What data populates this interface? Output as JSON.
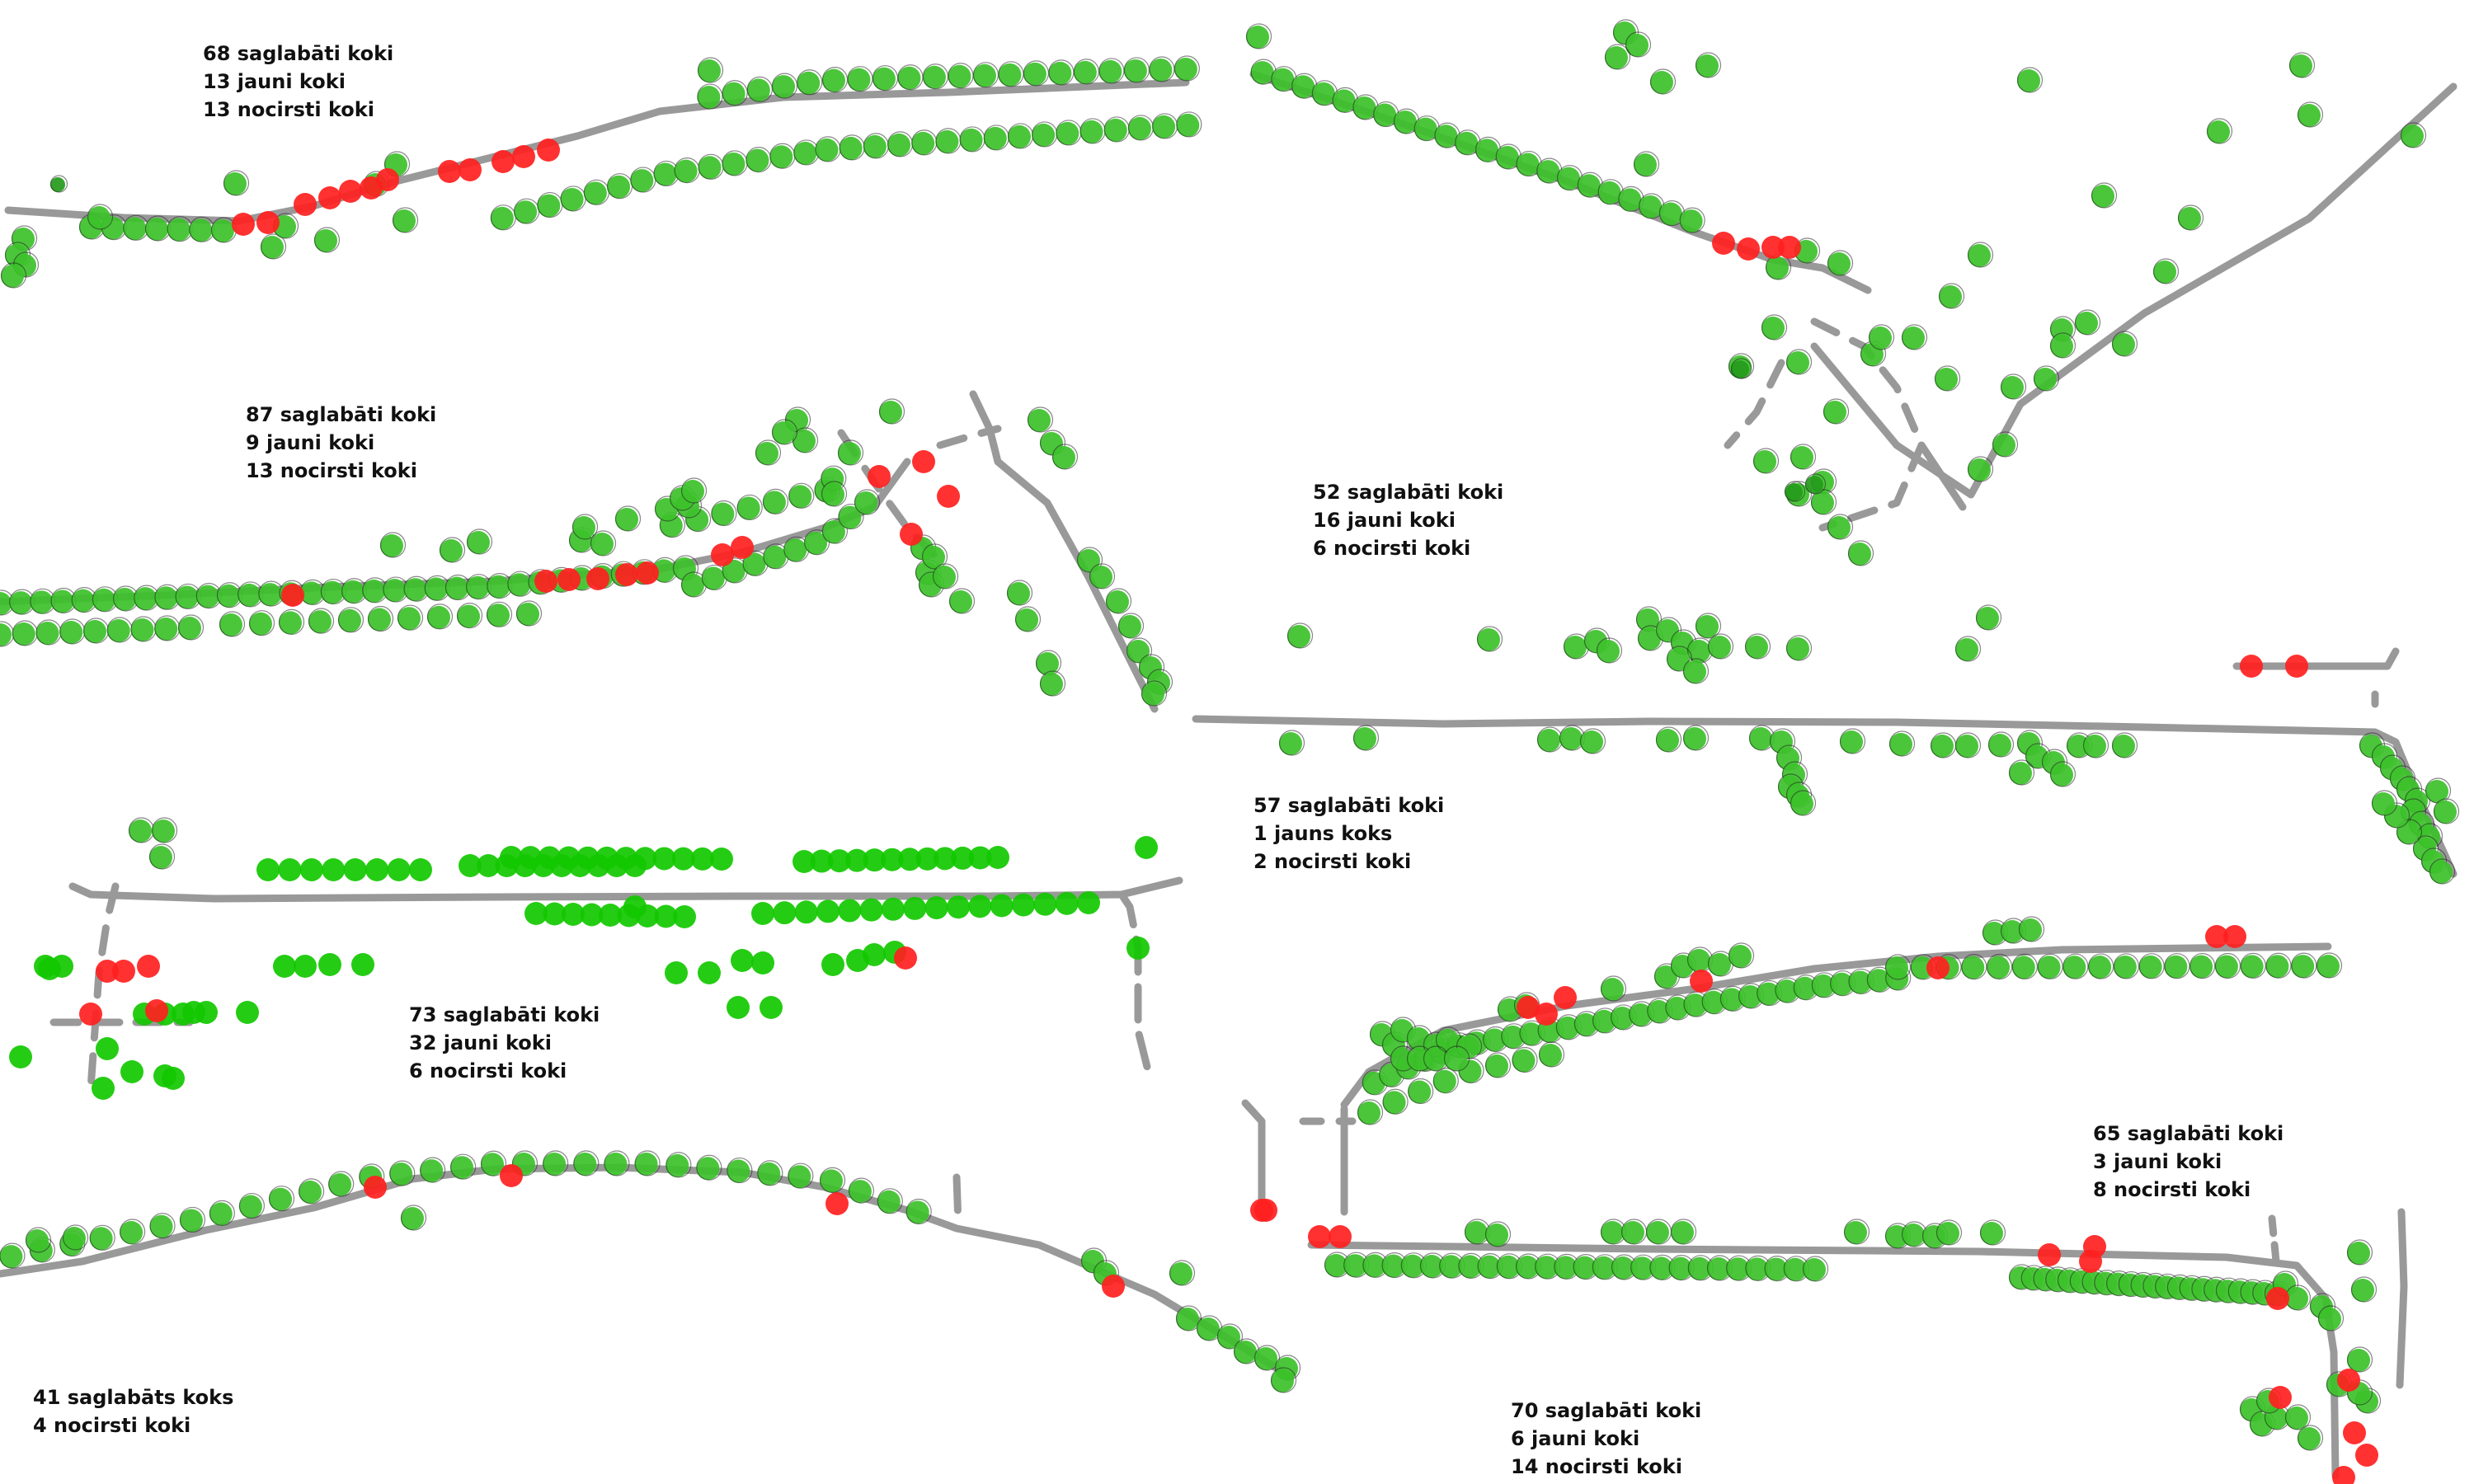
{
  "colors": {
    "road": "#999999",
    "kept": "#3cc12a",
    "kept_dark": "#249a1c",
    "new": "#12c800",
    "cut": "#ff2020",
    "outline": "#222222",
    "text": "#111111"
  },
  "sections": [
    {
      "id": "s1",
      "kept": "68 saglabāti koki",
      "new": "13 jauni koki",
      "cut": "13 nocirsti koki"
    },
    {
      "id": "s2",
      "kept": "52 saglabāti koki",
      "new": "16 jauni koki",
      "cut": "6 nocirsti koki"
    },
    {
      "id": "s3",
      "kept": "87 saglabāti koki",
      "new": "9 jauni koki",
      "cut": "13 nocirsti koki"
    },
    {
      "id": "s4",
      "kept": "57 saglabāti koki",
      "new": "1 jauns koks",
      "cut": "2 nocirsti koki"
    },
    {
      "id": "s5",
      "kept": "73 saglabāti koki",
      "new": "32 jauni koki",
      "cut": "6 nocirsti koki"
    },
    {
      "id": "s6",
      "kept": "65 saglabāti koki",
      "new": "3 jauni koki",
      "cut": "8 nocirsti koki"
    },
    {
      "id": "s7",
      "kept": "41 saglabāts koks",
      "cut": "4 nocirsti koki"
    },
    {
      "id": "s8",
      "kept": "70 saglabāti koki",
      "new": "6 jauni koki",
      "cut": "14 nocirsti koki"
    }
  ]
}
